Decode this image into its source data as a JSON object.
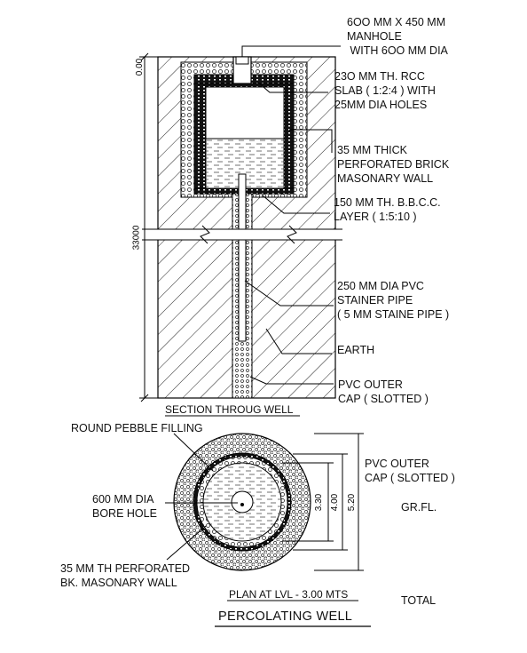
{
  "section": {
    "manhole_label": "6OO MM X 450 MM\nMANHOLE\n WITH 6OO MM DIA",
    "slab_label": "23O MM TH. RCC\nSLAB ( 1:2:4 ) WITH\n25MM DIA HOLES",
    "brick_label": "35 MM THICK\nPERFORATED BRICK\nMASONARY WALL",
    "bbcc_label": "150 MM TH. B.B.C.C.\nLAYER ( 1:5:10 )",
    "pipe_label": "250 MM DIA PVC\nSTAINER PIPE\n( 5 MM STAINE PIPE )",
    "earth_label": "EARTH",
    "cap_label": "PVC OUTER\nCAP ( SLOTTED )",
    "level_top": "0.00",
    "depth_dim": "33000",
    "caption": "SECTION THROUG WELL"
  },
  "plan": {
    "pebble_label": "ROUND PEBBLE FILLING",
    "bore_label": "600 MM DIA\nBORE HOLE",
    "wall_label": "35 MM TH PERFORATED\nBK. MASONARY WALL",
    "cap_label": "PVC OUTER\nCAP ( SLOTTED )",
    "grfl_label": "GR.FL.",
    "total_label": "TOTAL",
    "dim_inner": "3.30",
    "dim_mid": "4.00",
    "dim_outer": "5.20",
    "caption": "PLAN AT LVL - 3.00 MTS"
  },
  "title": "PERCOLATING WELL"
}
